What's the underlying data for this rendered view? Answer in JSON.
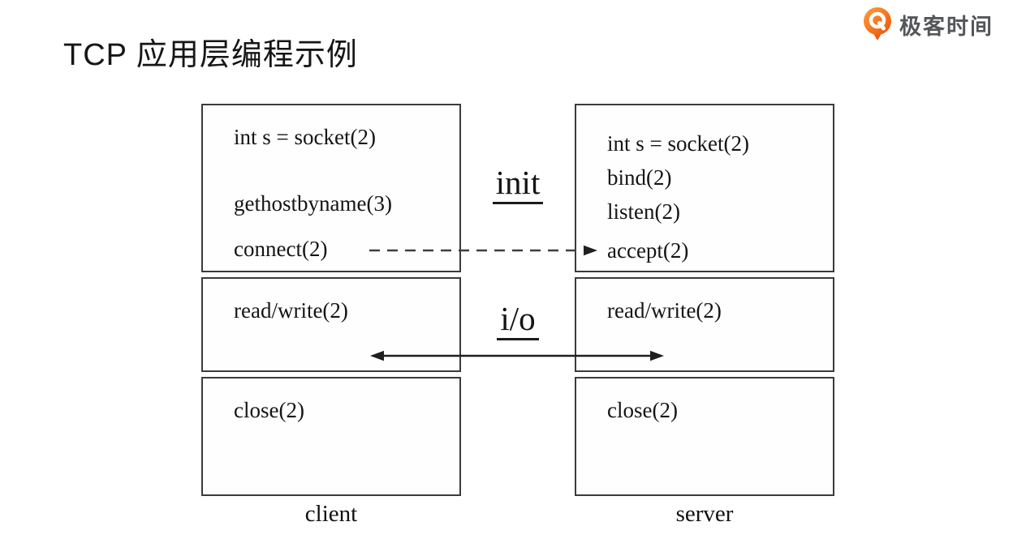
{
  "page": {
    "title": "TCP 应用层编程示例",
    "brand": {
      "name": "极客时间",
      "logo_icon": "geektime-pin-logo",
      "accent_color": "#F05A0E",
      "name_color": "#55565A"
    }
  },
  "diagram": {
    "client": {
      "label": "client",
      "sections": [
        {
          "lines": [
            "int s = socket(2)",
            "gethostbyname(3)",
            "connect(2)"
          ]
        },
        {
          "lines": [
            "read/write(2)"
          ]
        },
        {
          "lines": [
            "close(2)"
          ]
        }
      ]
    },
    "server": {
      "label": "server",
      "sections": [
        {
          "lines": [
            "int s = socket(2)",
            "bind(2)",
            "listen(2)",
            "accept(2)"
          ]
        },
        {
          "lines": [
            "read/write(2)"
          ]
        },
        {
          "lines": [
            "close(2)"
          ]
        }
      ]
    },
    "connectors": [
      {
        "label": "init",
        "style": "dashed",
        "direction": "client-to-server",
        "from": "connect(2)",
        "to": "accept(2)"
      },
      {
        "label": "i/o",
        "style": "solid",
        "direction": "bidirectional",
        "from": "read/write(2)",
        "to": "read/write(2)"
      }
    ],
    "line_color": "#3B3B3B",
    "text_color": "#151515"
  }
}
